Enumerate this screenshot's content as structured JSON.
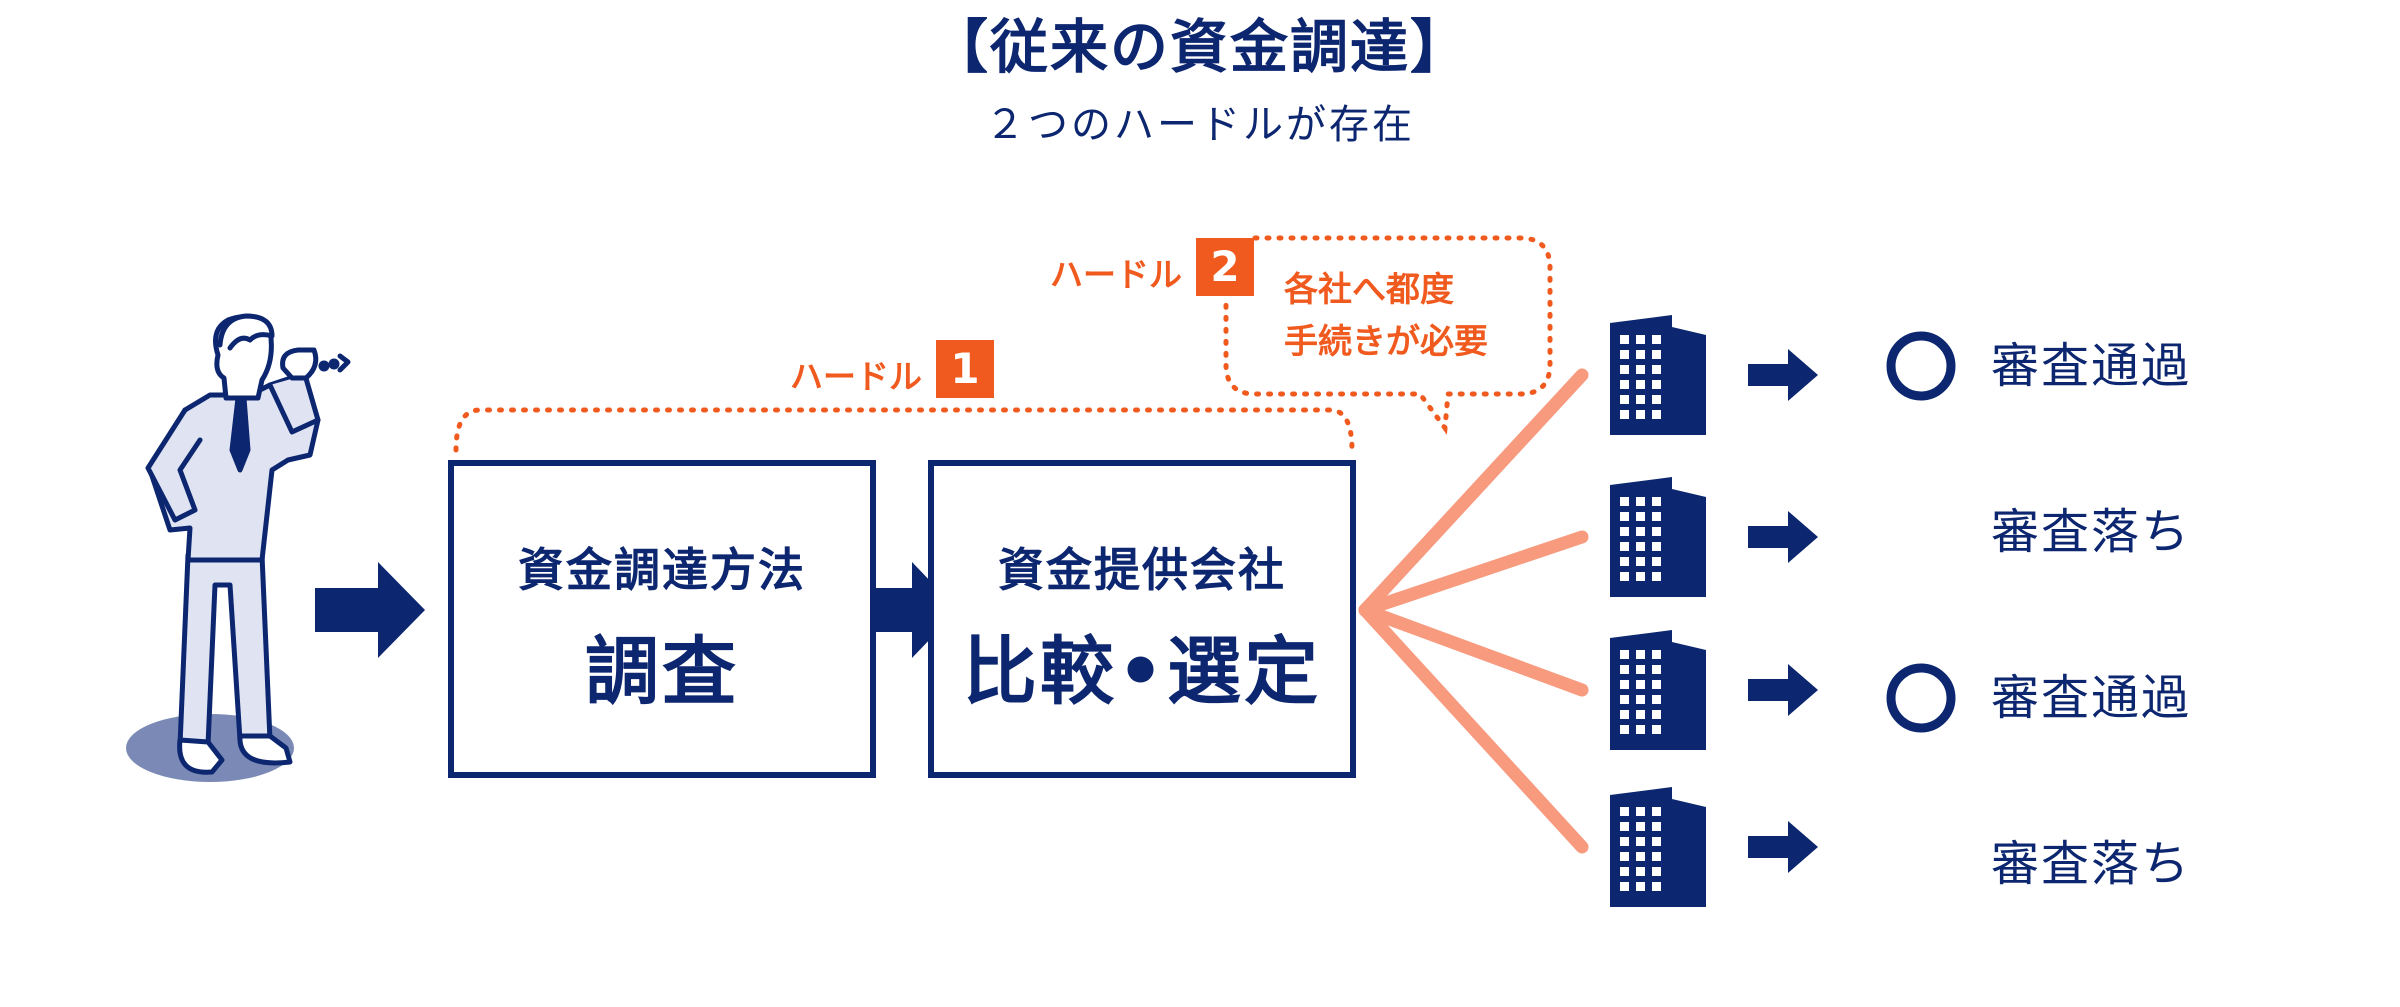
{
  "header": {
    "title": "【従来の資金調達】",
    "subtitle": "２つのハードルが存在"
  },
  "hurdles": [
    {
      "label": "ハードル",
      "number": "1"
    },
    {
      "label": "ハードル",
      "number": "2"
    }
  ],
  "bubble": {
    "line1": "各社へ都度",
    "line2": "手続きが必要"
  },
  "steps": [
    {
      "small": "資金調達方法",
      "big": "調査"
    },
    {
      "small": "資金提供会社",
      "big": "比較•選定"
    }
  ],
  "results": [
    {
      "status": "pass",
      "label": "審査通過",
      "icon": "circle-icon"
    },
    {
      "status": "fail",
      "label": "審査落ち",
      "icon": "cross-icon"
    },
    {
      "status": "pass",
      "label": "審査通過",
      "icon": "circle-icon"
    },
    {
      "status": "fail",
      "label": "審査落ち",
      "icon": "cross-icon"
    }
  ],
  "colors": {
    "navy": "#0c2670",
    "orange": "#f05a1e",
    "salmon": "#f79a7e",
    "fail_gray": "#8497b8"
  }
}
